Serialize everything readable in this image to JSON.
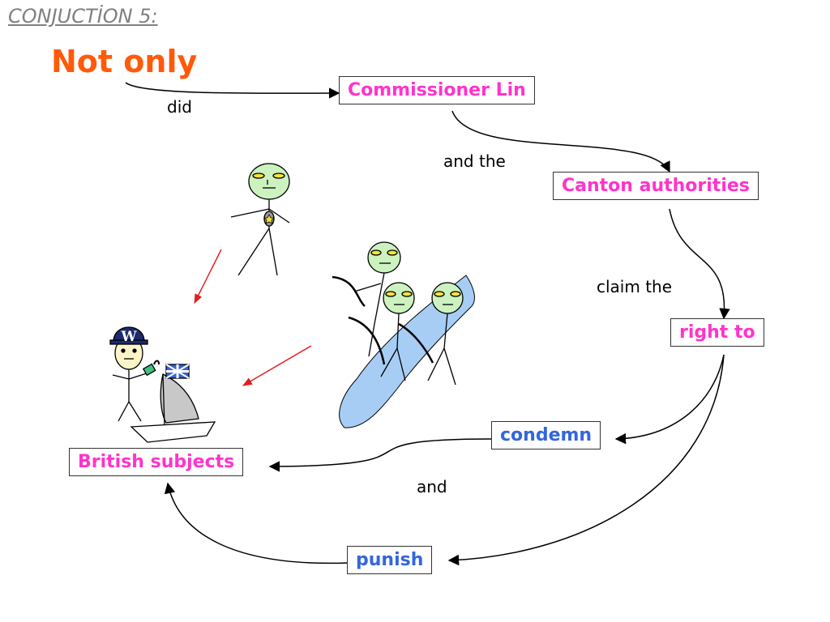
{
  "title": "CONJUCTİON 5:",
  "heading": "Not only",
  "nodes": {
    "commissioner": "Commissioner Lin",
    "canton": "Canton authorities",
    "right": "right to",
    "condemn": "condemn",
    "british": "British subjects",
    "punish": "punish"
  },
  "connectors": {
    "did": "did",
    "and_the": "and the",
    "claim_the": "claim the",
    "and": "and"
  },
  "figure_text": {
    "hat_letter": "W"
  },
  "colors": {
    "heading": "#ff5a0a",
    "pink_node": "#ff33cc",
    "blue_node": "#3366dd",
    "face": "#ccf2bf",
    "river": "#a7cdf5",
    "red_arrow": "#e02020"
  }
}
